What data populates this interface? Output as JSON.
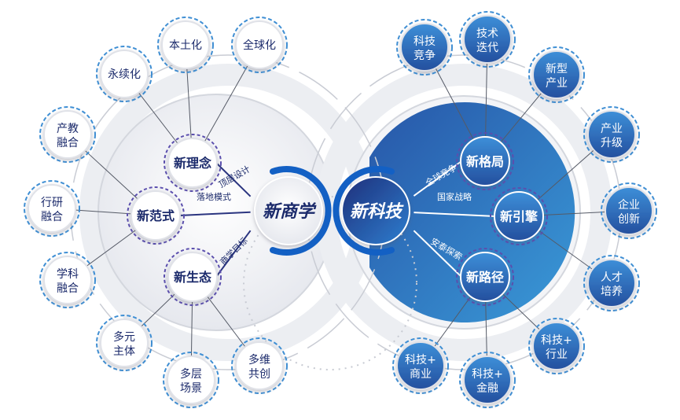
{
  "colors": {
    "blue_dark": "#1f3f8f",
    "blue": "#2a6fc0",
    "blue_light": "#3a8fd6",
    "navy_text": "#1b2a6b",
    "gray_ring": "#d9dbe2"
  },
  "left": {
    "center": "新商学",
    "inner": [
      "新理念",
      "新范式",
      "新生态"
    ],
    "links": [
      "顶层设计",
      "落地模式",
      "商学目标"
    ],
    "outer": [
      [
        "本土化"
      ],
      [
        "全球化"
      ],
      [
        "永续化"
      ],
      [
        "产教",
        "融合"
      ],
      [
        "行研",
        "融合"
      ],
      [
        "学科",
        "融合"
      ],
      [
        "多元",
        "主体"
      ],
      [
        "多层",
        "场景"
      ],
      [
        "多维",
        "共创"
      ]
    ]
  },
  "right": {
    "center": "新科技",
    "inner": [
      "新格局",
      "新引擎",
      "新路径"
    ],
    "links": [
      "全球竞争",
      "国家战略",
      "安泰探索"
    ],
    "outer": [
      [
        "科技",
        "竞争"
      ],
      [
        "技术",
        "迭代"
      ],
      [
        "新型",
        "产业"
      ],
      [
        "产业",
        "升级"
      ],
      [
        "企业",
        "创新"
      ],
      [
        "人才",
        "培养"
      ],
      [
        "科技+",
        "行业"
      ],
      [
        "科技+",
        "金融"
      ],
      [
        "科技+",
        "商业"
      ]
    ]
  }
}
